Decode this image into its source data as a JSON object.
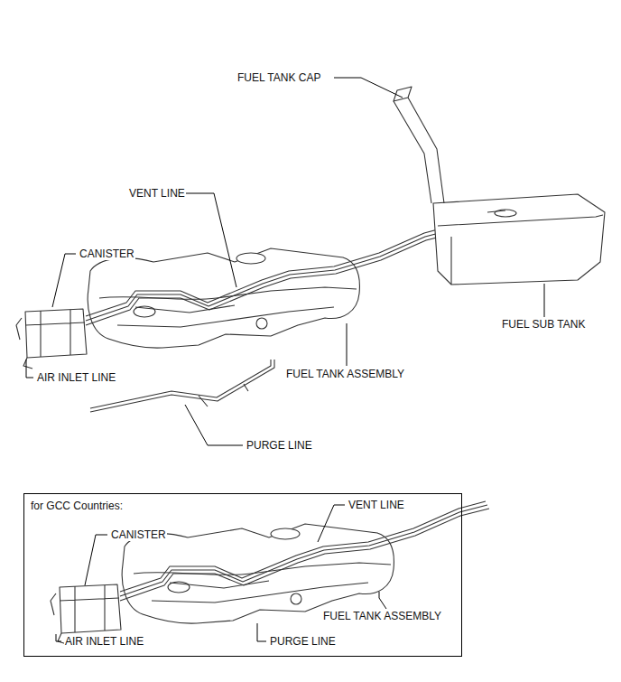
{
  "diagram": {
    "nodes": [
      {
        "text": [
          "for GCC Countries:"
        ]
      }
    ],
    "labels": [
      "FUEL TANK CAP",
      "VENT LINE",
      "CANISTER",
      "FUEL SUB TANK",
      "AIR INLET LINE",
      "FUEL TANK ASSEMBLY",
      "PURGE LINE",
      "CANISTER",
      "VENT LINE",
      "FUEL TANK ASSEMBLY",
      "AIR INLET LINE",
      "PURGE LINE"
    ]
  }
}
